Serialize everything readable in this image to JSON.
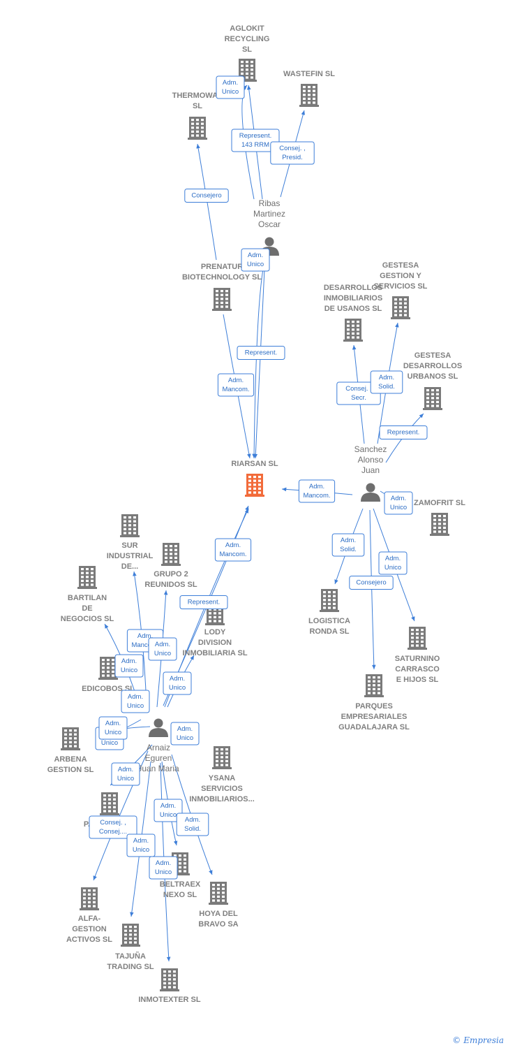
{
  "nodes": [
    {
      "id": "aglokit",
      "kind": "company",
      "lines": [
        "AGLOKIT",
        "RECYCLING",
        "SL"
      ]
    },
    {
      "id": "wastefin",
      "kind": "company",
      "lines": [
        "WASTEFIN  SL"
      ]
    },
    {
      "id": "thermowas",
      "kind": "company",
      "lines": [
        "THERMOWAS",
        "SL"
      ]
    },
    {
      "id": "ribas",
      "kind": "person",
      "lines": [
        "Ribas",
        "Martinez",
        "Oscar"
      ]
    },
    {
      "id": "prenatur",
      "kind": "company",
      "lines": [
        "PRENATUR",
        "BIOTECHNOLOGY SL"
      ]
    },
    {
      "id": "gestesa_serv",
      "kind": "company",
      "lines": [
        "GESTESA",
        "GESTION Y",
        "SERVICIOS SL"
      ]
    },
    {
      "id": "desarrollos_usanos",
      "kind": "company",
      "lines": [
        "DESARROLLOS",
        "INMOBILIARIOS",
        "DE USANOS SL"
      ]
    },
    {
      "id": "gestesa_urb",
      "kind": "company",
      "lines": [
        "GESTESA",
        "DESARROLLOS",
        "URBANOS SL"
      ]
    },
    {
      "id": "riarsan",
      "kind": "center",
      "lines": [
        "RIARSAN  SL"
      ]
    },
    {
      "id": "sanchez",
      "kind": "person",
      "lines": [
        "Sanchez",
        "Alonso",
        "Juan"
      ]
    },
    {
      "id": "zamofrit",
      "kind": "company",
      "lines": [
        "ZAMOFRIT  SL"
      ]
    },
    {
      "id": "sur_industrial",
      "kind": "company",
      "lines": [
        "SUR",
        "INDUSTRIAL",
        "DE..."
      ]
    },
    {
      "id": "grupo2",
      "kind": "company",
      "lines": [
        "GRUPO 2",
        "REUNIDOS SL"
      ]
    },
    {
      "id": "bartilan",
      "kind": "company",
      "lines": [
        "BARTILAN",
        "DE",
        "NEGOCIOS  SL"
      ]
    },
    {
      "id": "lody",
      "kind": "company",
      "lines": [
        "LODY",
        "DIVISION",
        "INMOBILIARIA SL"
      ]
    },
    {
      "id": "logistica",
      "kind": "company",
      "lines": [
        "LOGISTICA",
        "RONDA  SL"
      ]
    },
    {
      "id": "saturnino",
      "kind": "company",
      "lines": [
        "SATURNINO",
        "CARRASCO",
        "E HIJOS  SL"
      ]
    },
    {
      "id": "edicobos",
      "kind": "company",
      "lines": [
        "EDICOBOS  SL"
      ]
    },
    {
      "id": "parques",
      "kind": "company",
      "lines": [
        "PARQUES",
        "EMPRESARIALES",
        "GUADALAJARA SL"
      ]
    },
    {
      "id": "arbena",
      "kind": "company",
      "lines": [
        "ARBENA",
        "GESTION SL"
      ]
    },
    {
      "id": "arnaiz",
      "kind": "person",
      "lines": [
        "Arnaiz",
        "Eguren",
        "Juan Maria"
      ]
    },
    {
      "id": "ysana",
      "kind": "company",
      "lines": [
        "YSANA",
        "SERVICIOS",
        "INMOBILIARIOS..."
      ]
    },
    {
      "id": "p_company",
      "kind": "company",
      "lines": [
        "P..."
      ]
    },
    {
      "id": "beltraex",
      "kind": "company",
      "lines": [
        "BELTRAEX",
        "NEXO SL"
      ]
    },
    {
      "id": "alfa",
      "kind": "company",
      "lines": [
        "ALFA-",
        "GESTION",
        "ACTIVOS SL"
      ]
    },
    {
      "id": "hoya",
      "kind": "company",
      "lines": [
        "HOYA DEL",
        "BRAVO SA"
      ]
    },
    {
      "id": "tajuna",
      "kind": "company",
      "lines": [
        "TAJUÑA",
        "TRADING  SL"
      ]
    },
    {
      "id": "inmotexter",
      "kind": "company",
      "lines": [
        "INMOTEXTER SL"
      ]
    }
  ],
  "edges": [
    {
      "from": "ribas",
      "to": "aglokit",
      "label": [
        "Adm.",
        "Unico"
      ]
    },
    {
      "from": "ribas",
      "to": "aglokit",
      "label": [
        "Represent.",
        "143 RRM"
      ]
    },
    {
      "from": "ribas",
      "to": "wastefin",
      "label": [
        "Consej. ,",
        "Presid."
      ]
    },
    {
      "from": "prenatur",
      "to": "thermowas",
      "label": [
        "Consejero"
      ]
    },
    {
      "from": "ribas",
      "to": "riarsan",
      "label": [
        "Adm.",
        "Unico"
      ]
    },
    {
      "from": "ribas",
      "to": "riarsan",
      "label": [
        "Represent."
      ]
    },
    {
      "from": "prenatur",
      "to": "riarsan",
      "label": [
        "Adm.",
        "Mancom."
      ]
    },
    {
      "from": "sanchez",
      "to": "desarrollos_usanos",
      "label": [
        "Consej. ,",
        "Secr."
      ]
    },
    {
      "from": "sanchez",
      "to": "gestesa_serv",
      "label": [
        "Adm.",
        "Solid."
      ]
    },
    {
      "from": "sanchez",
      "to": "gestesa_urb",
      "label": [
        "Represent."
      ]
    },
    {
      "from": "sanchez",
      "to": "riarsan",
      "label": [
        "Adm.",
        "Mancom."
      ]
    },
    {
      "from": "sanchez",
      "to": "zamofrit",
      "label": [
        "Adm.",
        "Unico"
      ]
    },
    {
      "from": "sanchez",
      "to": "logistica",
      "label": [
        "Adm.",
        "Solid."
      ]
    },
    {
      "from": "sanchez",
      "to": "saturnino",
      "label": [
        "Adm.",
        "Unico"
      ]
    },
    {
      "from": "sanchez",
      "to": "parques",
      "label": [
        "Consejero"
      ]
    },
    {
      "from": "arnaiz",
      "to": "riarsan",
      "label": [
        "Adm.",
        "Mancom."
      ]
    },
    {
      "from": "arnaiz",
      "to": "riarsan",
      "label": [
        "Represent."
      ]
    },
    {
      "from": "arnaiz",
      "to": "sur_industrial",
      "label": [
        "Adm.",
        "Mancom."
      ]
    },
    {
      "from": "arnaiz",
      "to": "grupo2",
      "label": [
        "Adm.",
        "Unico"
      ]
    },
    {
      "from": "arnaiz",
      "to": "bartilan",
      "label": [
        "Adm.",
        "Unico"
      ]
    },
    {
      "from": "arnaiz",
      "to": "lody",
      "label": [
        "Adm.",
        "Unico"
      ]
    },
    {
      "from": "arnaiz",
      "to": "edicobos",
      "label": [
        "Adm.",
        "Unico"
      ]
    },
    {
      "from": "arnaiz",
      "to": "arbena",
      "label": [
        "Socio",
        "Único"
      ]
    },
    {
      "from": "arnaiz",
      "to": "arbena",
      "label": [
        "Adm.",
        "Unico"
      ]
    },
    {
      "from": "arnaiz",
      "to": "ysana",
      "label": [
        "Adm.",
        "Unico"
      ]
    },
    {
      "from": "arnaiz",
      "to": "p_company",
      "label": [
        "Adm.",
        "Unico"
      ]
    },
    {
      "from": "arnaiz",
      "to": "alfa",
      "label": [
        "Consej. ,",
        "Consej...."
      ]
    },
    {
      "from": "arnaiz",
      "to": "tajuna",
      "label": [
        "Adm.",
        "Unico"
      ]
    },
    {
      "from": "arnaiz",
      "to": "beltraex",
      "label": [
        "Adm.",
        "Unico"
      ]
    },
    {
      "from": "arnaiz",
      "to": "hoya",
      "label": [
        "Adm.",
        "Solid."
      ]
    },
    {
      "from": "arnaiz",
      "to": "inmotexter",
      "label": [
        "Adm.",
        "Unico"
      ]
    }
  ],
  "footer": {
    "copyright": "©",
    "brand": "Empresia"
  },
  "colors": {
    "edge": "#3d7ed8",
    "company": "#7a7a7a",
    "center": "#f26b3a",
    "person": "#6e6e6e"
  }
}
